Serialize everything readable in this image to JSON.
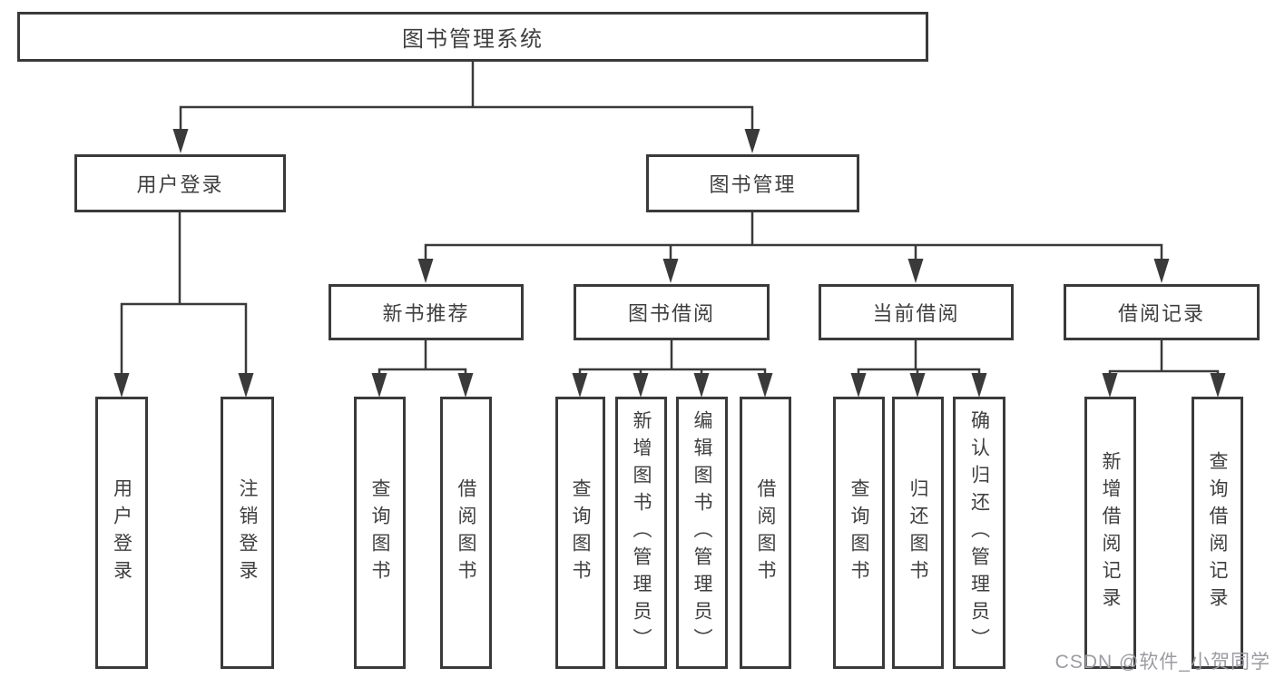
{
  "diagram": {
    "root": {
      "label": "图书管理系统"
    },
    "branches": [
      {
        "label": "用户登录",
        "children": [
          {
            "label": "用户登录"
          },
          {
            "label": "注销登录"
          }
        ]
      },
      {
        "label": "图书管理",
        "children": [
          {
            "label": "新书推荐",
            "children": [
              {
                "label": "查询图书"
              },
              {
                "label": "借阅图书"
              }
            ]
          },
          {
            "label": "图书借阅",
            "children": [
              {
                "label": "查询图书"
              },
              {
                "label": "新增图书（管理员）"
              },
              {
                "label": "编辑图书（管理员）"
              },
              {
                "label": "借阅图书"
              }
            ]
          },
          {
            "label": "当前借阅",
            "children": [
              {
                "label": "查询图书"
              },
              {
                "label": "归还图书"
              },
              {
                "label": "确认归还（管理员）"
              }
            ]
          },
          {
            "label": "借阅记录",
            "children": [
              {
                "label": "新增借阅记录"
              },
              {
                "label": "查询借阅记录"
              }
            ]
          }
        ]
      }
    ],
    "watermark": "CSDN @软件_小贺同学",
    "colors": {
      "line": "#3a3a3a",
      "text": "#3f3f3f",
      "watermark": "#9b9ba2",
      "background": "#ffffff"
    }
  }
}
